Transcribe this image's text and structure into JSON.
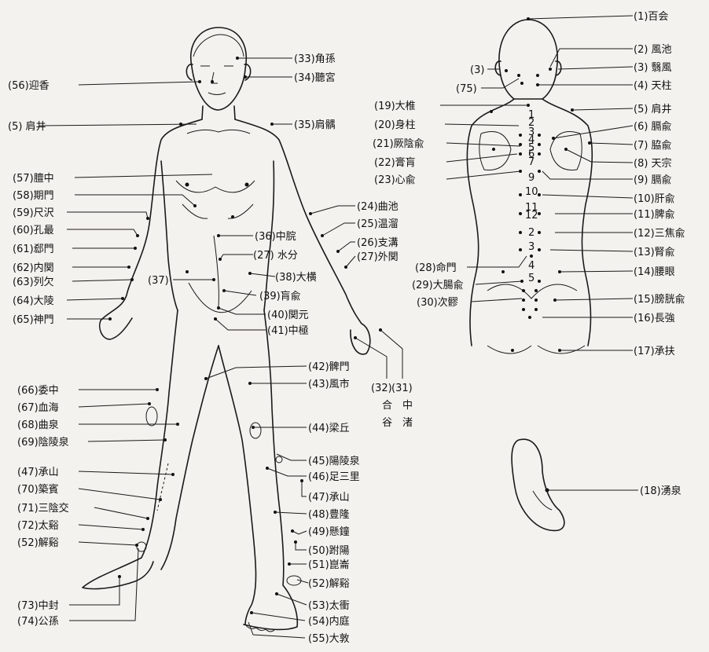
{
  "labels": {
    "p1": "(1)百会",
    "p2": "(2) 風池",
    "p3r": "(3) 翳風",
    "p3l": "(3)",
    "p4": "(4) 天柱",
    "p75": "(75)",
    "p5b": "(5) 肩井",
    "p6": "(6) 膈兪",
    "p7": "(7) 脇兪",
    "p8": "(8) 天宗",
    "p9": "(9) 膈兪",
    "p10": "(10)肝兪",
    "p11": "(11)脾兪",
    "p12": "(12)三焦兪",
    "p13": "(13)腎兪",
    "p14": "(14)腰眼",
    "p15": "(15)膀胱兪",
    "p16": "(16)長強",
    "p17": "(17)承扶",
    "p18": "(18)湧泉",
    "p19": "(19)大椎",
    "p20": "(20)身柱",
    "p21": "(21)厥陰兪",
    "p22": "(22)膏肓",
    "p23": "(23)心兪",
    "p28": "(28)命門",
    "p29": "(29)大腸兪",
    "p30": "(30)次髎",
    "p33": "(33)角孫",
    "p34": "(34)聽宮",
    "p56": "(56)迎香",
    "p5f": "(5)  肩井",
    "p35": "(35)肩髃",
    "p57": "(57)膻中",
    "p58": "(58)期門",
    "p59": "(59)尺沢",
    "p60": "(60)孔最",
    "p61": "(61)郄門",
    "p62": "(62)内関",
    "p63": "(63)列欠",
    "p64": "(64)大陵",
    "p65": "(65)神門",
    "p24": "(24)曲池",
    "p25": "(25)温溜",
    "p26": "(26)支溝",
    "p27": "(27)外関",
    "p36": "(36)中脘",
    "p37w": "(27) 水分",
    "p37": "(37)",
    "p38": "(38)大横",
    "p39": "(39)肓兪",
    "p40": "(40)関元",
    "p41": "(41)中極",
    "p42": "(42)髀門",
    "p43": "(43)風市",
    "p32": "(32)",
    "p31": "(31)",
    "p32t1": "合",
    "p32t2": "谷",
    "p31t1": "中",
    "p31t2": "渚",
    "p66": "(66)委中",
    "p67": "(67)血海",
    "p68": "(68)曲泉",
    "p69": "(69)陰陵泉",
    "p47l": "(47)承山",
    "p70": "(70)築賓",
    "p71": "(71)三陰交",
    "p72": "(72)太谿",
    "p52l": "(52)解谿",
    "p73": "(73)中封",
    "p74": "(74)公孫",
    "p44": "(44)梁丘",
    "p45": "(45)陽陵泉",
    "p46": "(46)足三里",
    "p47r": "(47)承山",
    "p48": "(48)豊隆",
    "p49": "(49)懸鐘",
    "p50": "(50)跗陽",
    "p51": "(51)崑崙",
    "p52r": "(52)解谿",
    "p53": "(53)太衝",
    "p54": "(54)内庭",
    "p55": "(55)大敦"
  }
}
